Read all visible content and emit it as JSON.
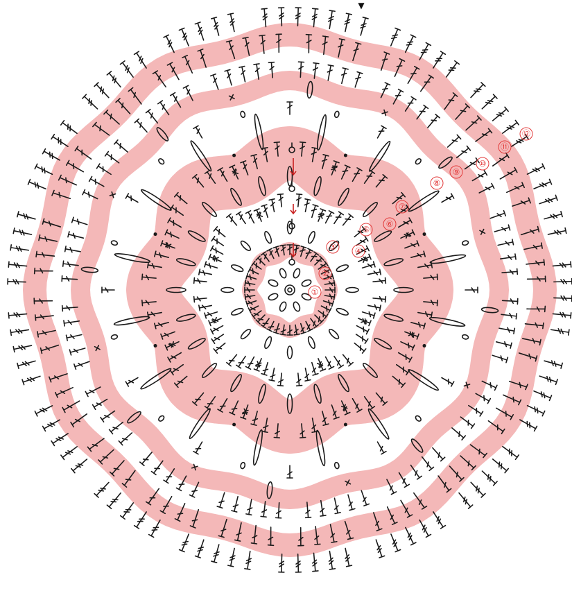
{
  "diagram": {
    "colors": {
      "background": "#ffffff",
      "band": "#f4b8b8",
      "stitch": "#1a1a1a",
      "round_marker": "#e23a3a",
      "arrow": "#c81e1e"
    },
    "round_labels": [
      "①",
      "②",
      "③",
      "④",
      "⑤",
      "⑥",
      "⑦",
      "⑧",
      "⑨",
      "⑩",
      "⑪",
      "⑫"
    ],
    "start_marker": "▼",
    "stitch_types": [
      "chain",
      "single-crochet",
      "double-crochet",
      "treble-crochet",
      "slip-stitch",
      "magic-ring"
    ]
  }
}
